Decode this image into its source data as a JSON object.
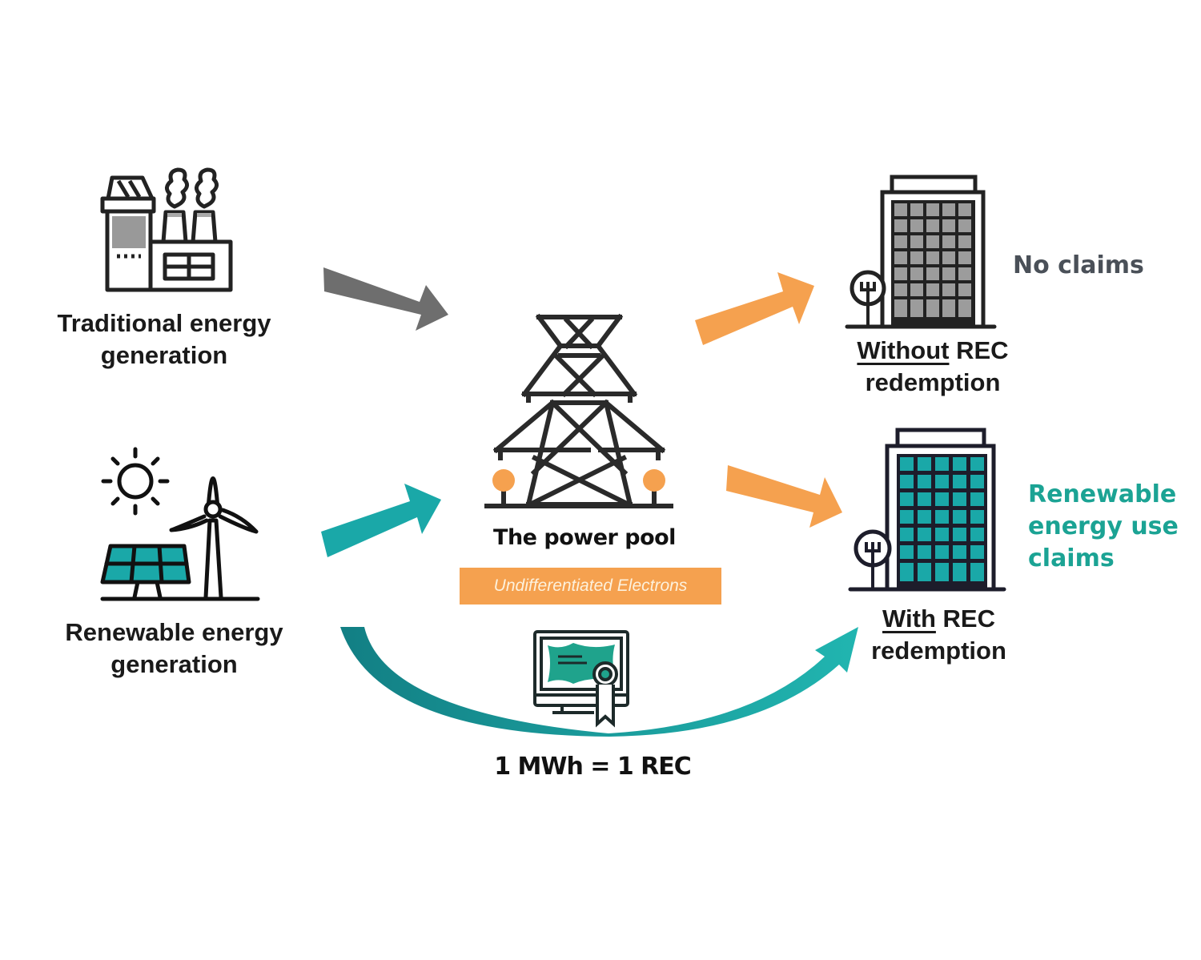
{
  "colors": {
    "teal": "#1aa8a8",
    "orange": "#f5a14f",
    "gray_arrow": "#6e6e6e",
    "dark": "#222222",
    "no_claims": "#4a5058",
    "claims_teal": "#1ba394"
  },
  "sources": {
    "traditional": {
      "line1": "Traditional energy",
      "line2": "generation",
      "icon": "factory-icon"
    },
    "renewable": {
      "line1": "Renewable energy",
      "line2": "generation",
      "icon": "solar-wind-icon"
    }
  },
  "pool": {
    "title": "The power pool",
    "subtitle": "Undifferentiated Electrons",
    "icon": "transmission-tower-icon"
  },
  "outcomes": {
    "without": {
      "emph": "Without",
      "rest": " REC",
      "line2": "redemption",
      "claim": "No claims",
      "icon": "office-building-gray-icon"
    },
    "with": {
      "emph": "With",
      "rest": " REC",
      "line2": "redemption",
      "claim_lines": [
        "Renewable",
        "energy use",
        "claims"
      ],
      "icon": "office-building-teal-icon"
    }
  },
  "certificate": {
    "label": "1 MWh = 1 REC",
    "icon": "rec-certificate-icon"
  },
  "flows": [
    {
      "from": "Traditional energy generation",
      "to": "The power pool",
      "color": "gray"
    },
    {
      "from": "Renewable energy generation",
      "to": "The power pool",
      "color": "teal"
    },
    {
      "from": "The power pool",
      "to": "Without REC redemption",
      "color": "orange"
    },
    {
      "from": "The power pool",
      "to": "With REC redemption",
      "color": "orange"
    },
    {
      "from": "Renewable energy generation",
      "to": "With REC redemption",
      "color": "teal",
      "via": "1 MWh = 1 REC"
    }
  ]
}
